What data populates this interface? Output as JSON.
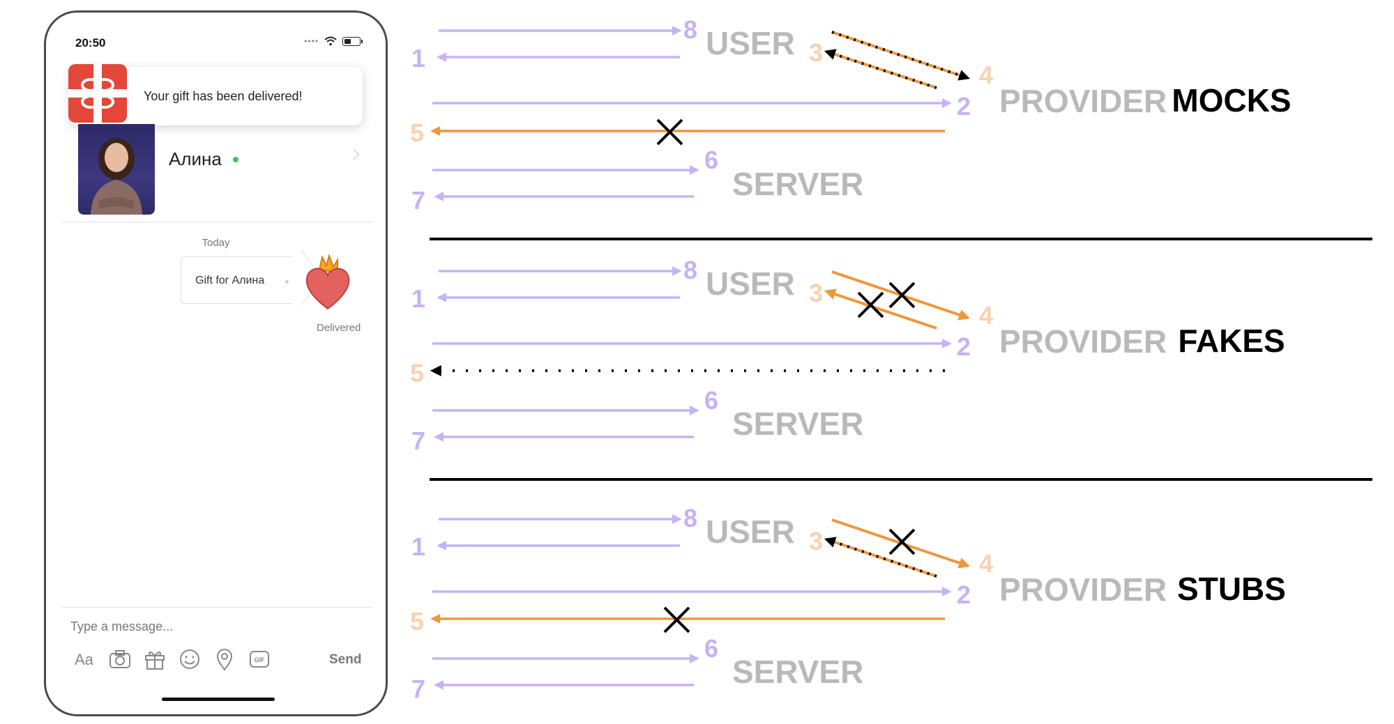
{
  "phone": {
    "status_time": "20:50",
    "notification_text": "Your gift has been delivered!",
    "contact_name": "Алина",
    "date_separator": "Today",
    "gift_message": "Gift for Алина",
    "delivery_status": "Delivered",
    "message_placeholder": "Type a message...",
    "send_label": "Send",
    "toolbar_icons": [
      "text-format-icon",
      "camera-icon",
      "gift-icon",
      "emoji-icon",
      "location-icon",
      "gif-icon"
    ],
    "gif_label": "GIF"
  },
  "colors": {
    "purple": "#c6b2f4",
    "orange": "#f0963c",
    "actor_gray": "#b9b9b9",
    "notif_red": "#e2473a",
    "online_green": "#3cc457"
  },
  "diagram": {
    "actors": {
      "user": "USER",
      "provider": "PROVIDER",
      "server": "SERVER"
    },
    "numbers": [
      "1",
      "2",
      "3",
      "4",
      "5",
      "6",
      "7",
      "8"
    ],
    "panels": [
      {
        "title": "MOCKS"
      },
      {
        "title": "FAKES"
      },
      {
        "title": "STUBS"
      }
    ]
  }
}
